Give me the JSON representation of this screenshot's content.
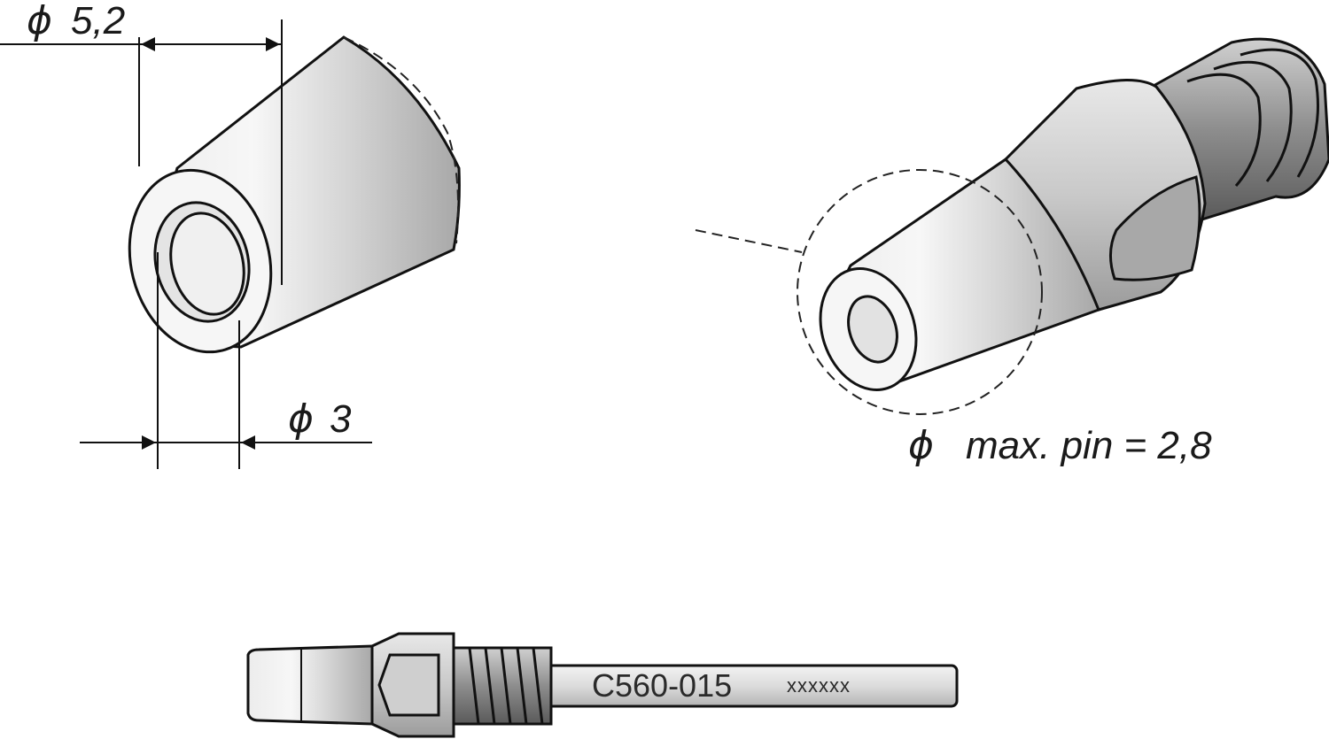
{
  "diameter_symbol": "ϕ",
  "dimensions": {
    "outer_diameter": "5,2",
    "inner_diameter": "3",
    "max_pin_label": "max. pin = 2,8"
  },
  "part": {
    "number": "C560-015",
    "serial": "xxxxxx"
  },
  "colors": {
    "metal_light": "#f4f4f4",
    "metal_mid": "#d6d6d6",
    "metal_dark": "#9a9a9a",
    "outline": "#111111"
  }
}
